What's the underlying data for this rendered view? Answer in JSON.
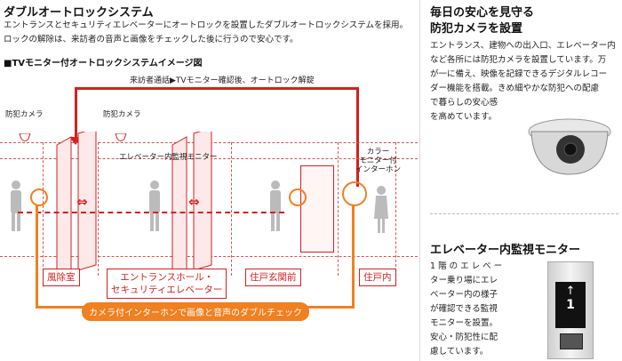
{
  "left": {
    "title": "ダブルオートロックシステム",
    "intro_line1": "エントランスとセキュリティエレベーターにオートロックを設置したダブルオートロックシステムを採用。",
    "intro_line2": "ロックの解除は、来訪者の音声と画像をチェックした後に行うので安心です。",
    "diagram_heading": "■TVモニター付オートロックシステムイメージ図",
    "flow_label": "来訪者通話▶TVモニター確認後、オートロック解錠",
    "camera_label_1": "防犯カメラ",
    "camera_label_2": "防犯カメラ",
    "elevator_monitor_label": "エレベーター内監視モニター",
    "intercom_label": "カラー\nモニター付\nインターホン",
    "zone_labels": [
      "風除室",
      "エントランスホール・\nセキュリティエレベーター",
      "住戸玄関前",
      "住戸内"
    ],
    "bottom_caption": "カメラ付インターホンで画像と音声のダブルチェック"
  },
  "right_top": {
    "title_line1": "毎日の安心を見守る",
    "title_line2": "防犯カメラを設置",
    "body": [
      "エントランス、建物への出入口、エレベーター内",
      "など各所には防犯カメラを設置しています。万",
      "が一に備え、映像を記録できるデジタルレコー",
      "ダー機能を搭載。きめ細やかな防犯への配慮",
      "で暮らしの安心感",
      "を高めています。"
    ]
  },
  "right_bottom": {
    "title": "エレベーター内監視モニター",
    "body": [
      "1 階 の エ レ ベ ー",
      "ター乗り場にエレ",
      "ベーター内の様子",
      "が確認できる監視",
      "モニターを設置。",
      "安心・防犯性に配",
      "慮しています。"
    ],
    "monitor_floor": "1"
  },
  "colors": {
    "accent_red": "#d42020",
    "accent_orange": "#f08020"
  }
}
